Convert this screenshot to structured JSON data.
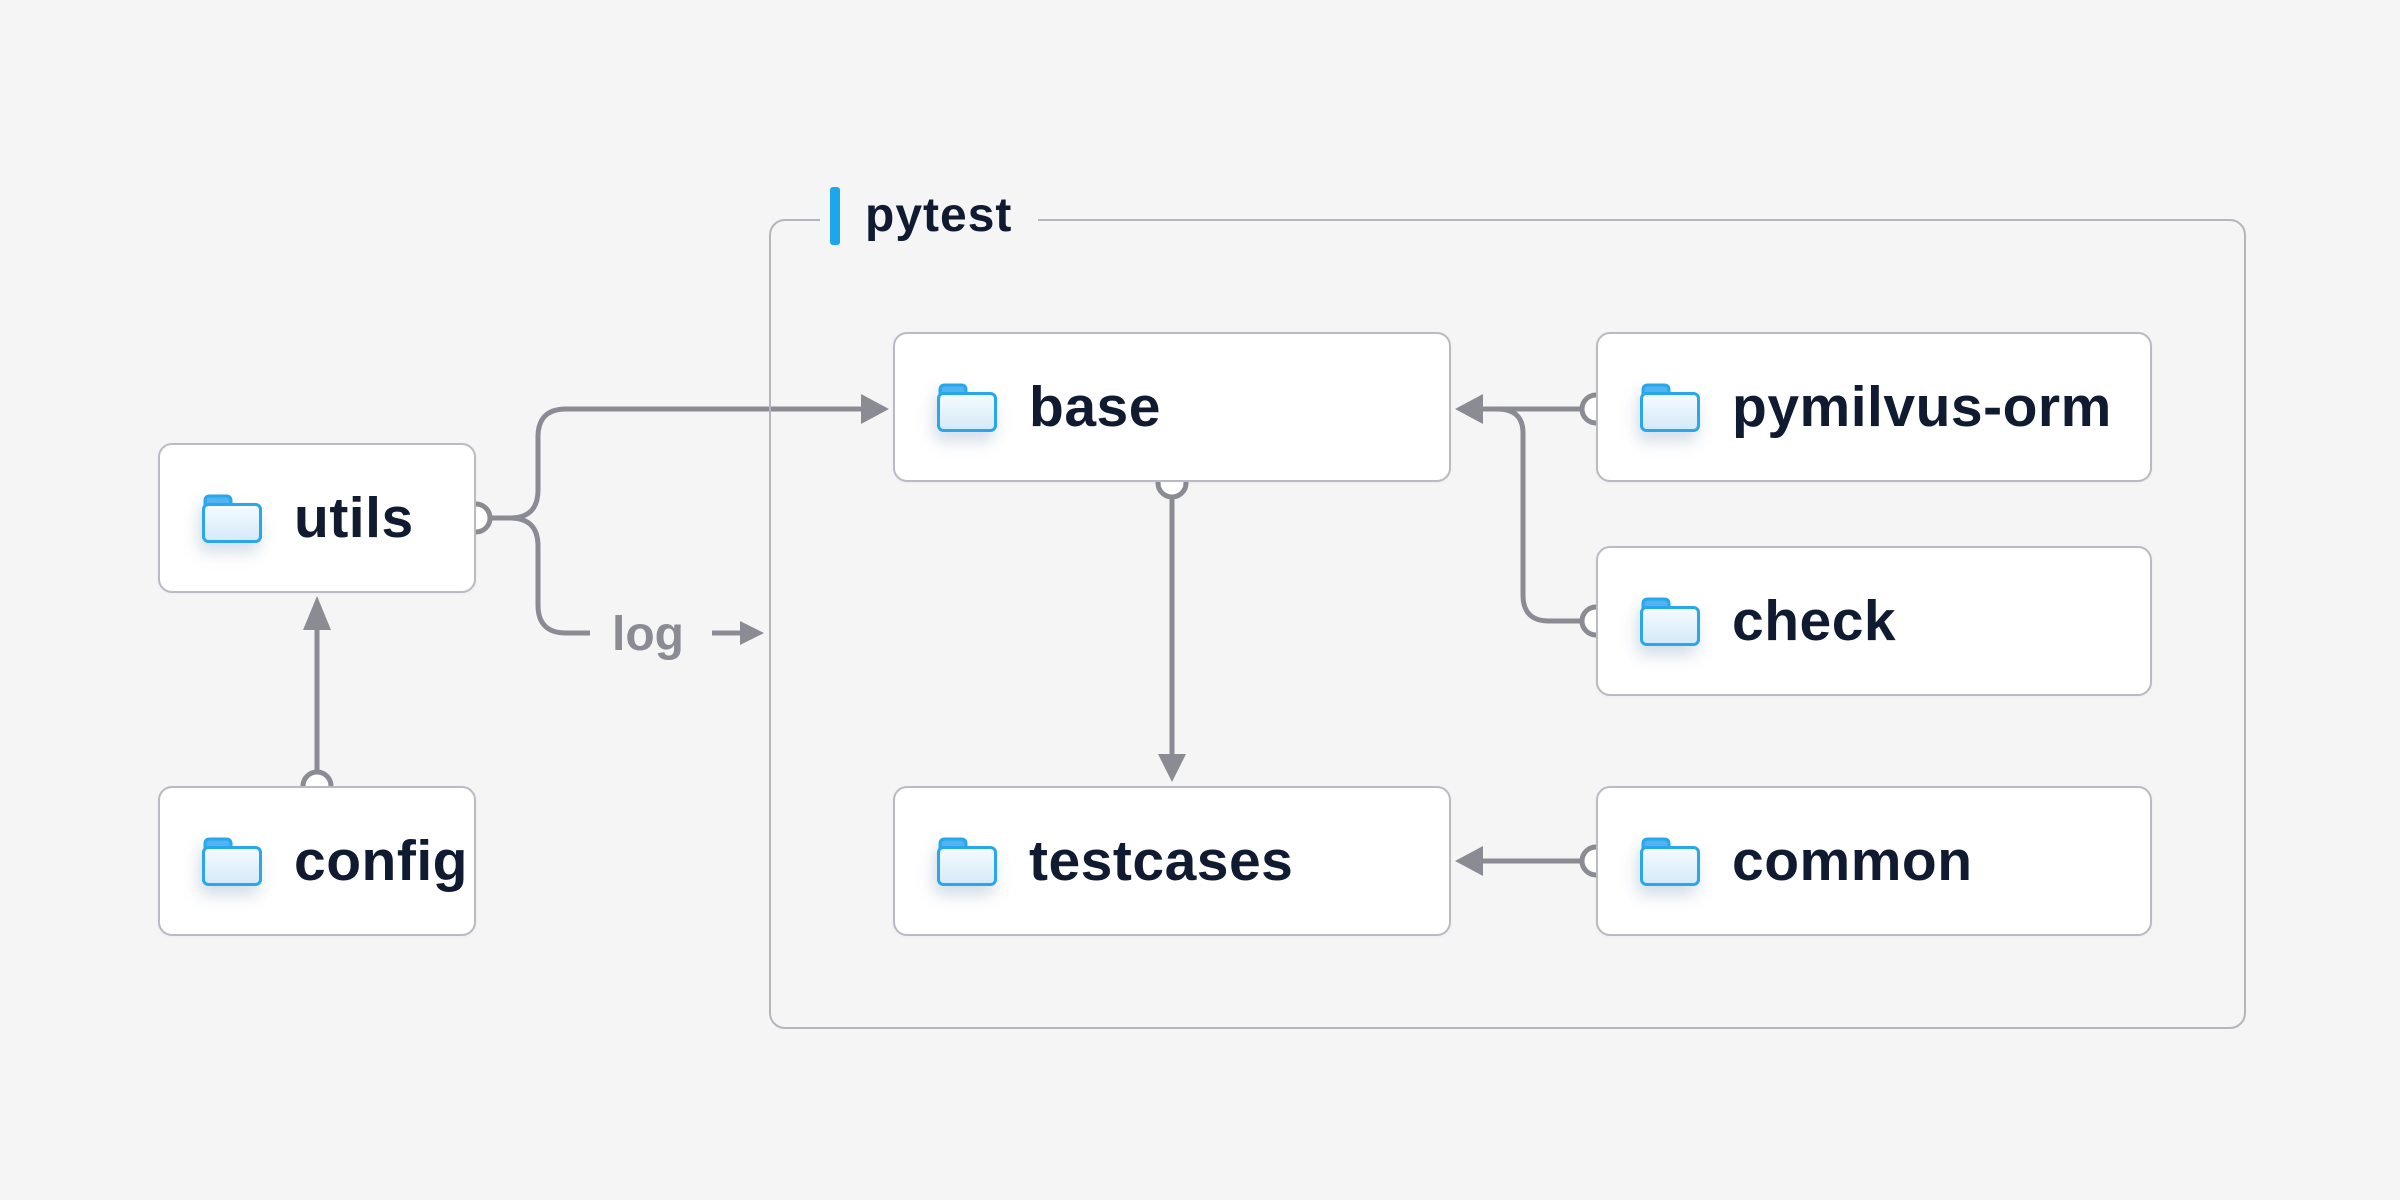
{
  "page": {
    "background": "#f5f5f6"
  },
  "palette": {
    "accent_bar": "#1ca7ec",
    "connector": "#8b8b94",
    "node_border": "#b9bac3",
    "container_border": "#b4b5bf",
    "node_text": "#101b31",
    "edge_label_text": "#8b8b94",
    "folder_stroke": "#28a7ec",
    "folder_tab": "#4fb4ef",
    "folder_fill_top": "#f6fbfe",
    "folder_fill_bottom": "#d3e9f8"
  },
  "container": {
    "label": "pytest"
  },
  "nodes": {
    "utils": {
      "label": "utils"
    },
    "config": {
      "label": "config"
    },
    "base": {
      "label": "base"
    },
    "pymilvus": {
      "label": "pymilvus-orm"
    },
    "check": {
      "label": "check"
    },
    "testcases": {
      "label": "testcases"
    },
    "common": {
      "label": "common"
    }
  },
  "edges": {
    "log_label": "log",
    "list": [
      {
        "from": "config",
        "to": "utils"
      },
      {
        "from": "utils",
        "to": "base"
      },
      {
        "from": "utils",
        "to": "pytest-container",
        "label": "log"
      },
      {
        "from": "pymilvus-orm",
        "to": "base"
      },
      {
        "from": "check",
        "to": "base"
      },
      {
        "from": "base",
        "to": "testcases"
      },
      {
        "from": "common",
        "to": "testcases"
      }
    ]
  }
}
